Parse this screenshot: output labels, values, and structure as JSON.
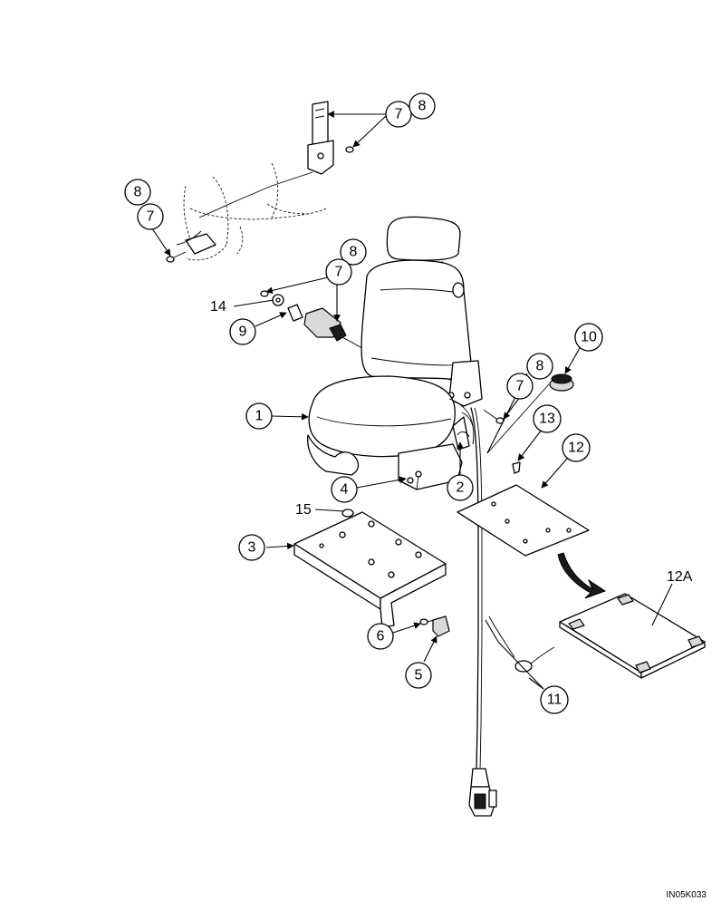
{
  "diagram": {
    "callouts": [
      {
        "id": "c7-top",
        "label": "7"
      },
      {
        "id": "c8-top",
        "label": "8"
      },
      {
        "id": "c8-left",
        "label": "8"
      },
      {
        "id": "c7-left",
        "label": "7"
      },
      {
        "id": "c8-mid",
        "label": "8"
      },
      {
        "id": "c7-mid",
        "label": "7"
      },
      {
        "id": "c9",
        "label": "9"
      },
      {
        "id": "c10",
        "label": "10"
      },
      {
        "id": "c8-right",
        "label": "8"
      },
      {
        "id": "c7-right",
        "label": "7"
      },
      {
        "id": "c13",
        "label": "13"
      },
      {
        "id": "c12",
        "label": "12"
      },
      {
        "id": "c1",
        "label": "1"
      },
      {
        "id": "c4",
        "label": "4"
      },
      {
        "id": "c2",
        "label": "2"
      },
      {
        "id": "c3",
        "label": "3"
      },
      {
        "id": "c6",
        "label": "6"
      },
      {
        "id": "c5",
        "label": "5"
      },
      {
        "id": "c11",
        "label": "11"
      }
    ],
    "plain_labels": [
      {
        "id": "l14",
        "label": "14"
      },
      {
        "id": "l15",
        "label": "15"
      },
      {
        "id": "l12a",
        "label": "12A"
      }
    ],
    "figure_code": "IN05K033",
    "colors": {
      "line": "#000000",
      "background": "#ffffff",
      "shade": "#d9d9d9"
    }
  }
}
